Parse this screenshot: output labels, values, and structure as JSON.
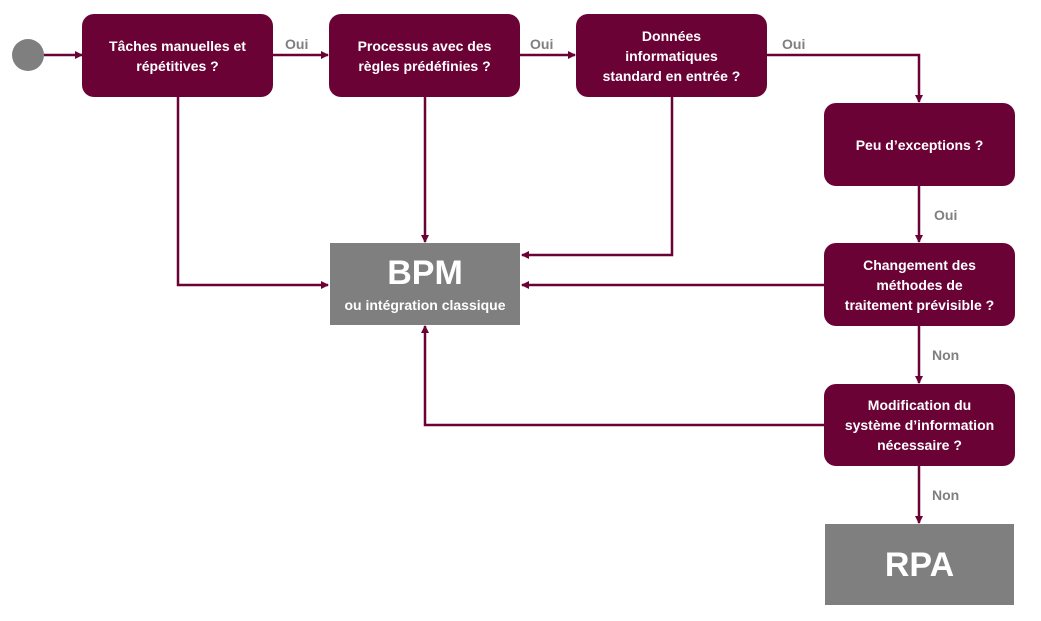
{
  "nodes": {
    "manual_tasks": "Tâches manuelles et répétitives ?",
    "predefined_rules": "Processus avec des règles prédéfinies ?",
    "standard_input": "Données\ninformatiques\nstandard en entrée ?",
    "few_exceptions": "Peu d’exceptions ?",
    "predictable_change": "Changement des\nméthodes de\ntraitement prévisible ?",
    "info_system_change": "Modification du\nsystème d’information\nnécessaire ?"
  },
  "outcomes": {
    "bpm_title": "BPM",
    "bpm_subtitle": "ou intégration classique",
    "rpa_title": "RPA"
  },
  "edge_labels": {
    "yes1": "Oui",
    "yes2": "Oui",
    "yes3": "Oui",
    "yes4": "Oui",
    "no1": "Non",
    "no2": "Non"
  },
  "colors": {
    "node": "#6b0236",
    "outcome": "#7f7f7f",
    "label": "#7f7f7f"
  }
}
